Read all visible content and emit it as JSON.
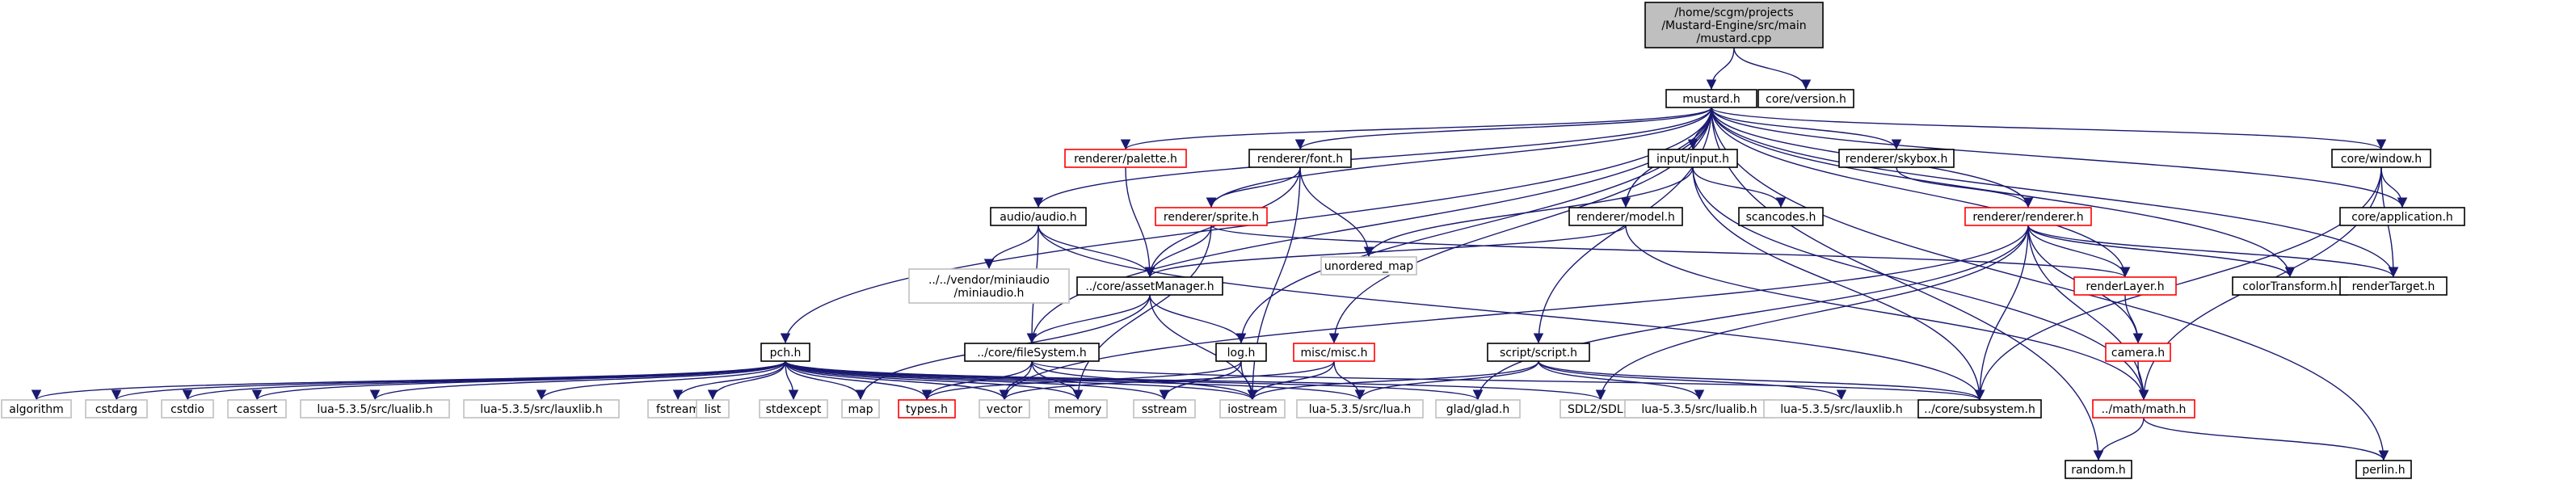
{
  "colors": {
    "edge": "#191970",
    "root_fill": "#bfbfbf",
    "root_border": "#000000",
    "node_border": "#000000",
    "truncated_border": "#ff0000",
    "external_border": "#bfbfbf",
    "external_text": "#404040"
  },
  "nodes": [
    {
      "id": "root",
      "label": "/home/scgm/projects\n/Mustard-Engine/src/main\n/mustard.cpp",
      "kind": "root"
    },
    {
      "id": "mustard",
      "label": "mustard.h",
      "kind": "normal"
    },
    {
      "id": "version",
      "label": "core/version.h",
      "kind": "normal"
    },
    {
      "id": "palette",
      "label": "renderer/palette.h",
      "kind": "truncated"
    },
    {
      "id": "font",
      "label": "renderer/font.h",
      "kind": "normal"
    },
    {
      "id": "input",
      "label": "input/input.h",
      "kind": "normal"
    },
    {
      "id": "skybox",
      "label": "renderer/skybox.h",
      "kind": "normal"
    },
    {
      "id": "window",
      "label": "core/window.h",
      "kind": "normal"
    },
    {
      "id": "audio",
      "label": "audio/audio.h",
      "kind": "normal"
    },
    {
      "id": "sprite",
      "label": "renderer/sprite.h",
      "kind": "truncated"
    },
    {
      "id": "umap",
      "label": "unordered_map",
      "kind": "external"
    },
    {
      "id": "model",
      "label": "renderer/model.h",
      "kind": "normal"
    },
    {
      "id": "scancodes",
      "label": "scancodes.h",
      "kind": "normal"
    },
    {
      "id": "renderer",
      "label": "renderer/renderer.h",
      "kind": "truncated"
    },
    {
      "id": "application",
      "label": "core/application.h",
      "kind": "normal"
    },
    {
      "id": "miniaudio",
      "label": "../../vendor/miniaudio\n/miniaudio.h",
      "kind": "external"
    },
    {
      "id": "assetmgr",
      "label": "../core/assetManager.h",
      "kind": "normal"
    },
    {
      "id": "renderlayer",
      "label": "renderLayer.h",
      "kind": "truncated"
    },
    {
      "id": "colortf",
      "label": "colorTransform.h",
      "kind": "normal"
    },
    {
      "id": "rendertarget",
      "label": "renderTarget.h",
      "kind": "normal"
    },
    {
      "id": "pch",
      "label": "pch.h",
      "kind": "normal"
    },
    {
      "id": "filesystem",
      "label": "../core/fileSystem.h",
      "kind": "normal"
    },
    {
      "id": "log",
      "label": "log.h",
      "kind": "normal"
    },
    {
      "id": "misc",
      "label": "misc/misc.h",
      "kind": "truncated"
    },
    {
      "id": "script",
      "label": "script/script.h",
      "kind": "normal"
    },
    {
      "id": "camera",
      "label": "camera.h",
      "kind": "truncated"
    },
    {
      "id": "algorithm",
      "label": "algorithm",
      "kind": "external"
    },
    {
      "id": "cstdarg",
      "label": "cstdarg",
      "kind": "external"
    },
    {
      "id": "cstdio",
      "label": "cstdio",
      "kind": "external"
    },
    {
      "id": "cassert",
      "label": "cassert",
      "kind": "external"
    },
    {
      "id": "lualib",
      "label": "lua-5.3.5/src/lualib.h",
      "kind": "external"
    },
    {
      "id": "lauxlib",
      "label": "lua-5.3.5/src/lauxlib.h",
      "kind": "external"
    },
    {
      "id": "fstream",
      "label": "fstream",
      "kind": "external"
    },
    {
      "id": "list",
      "label": "list",
      "kind": "external"
    },
    {
      "id": "stdexcept",
      "label": "stdexcept",
      "kind": "external"
    },
    {
      "id": "map",
      "label": "map",
      "kind": "external"
    },
    {
      "id": "types",
      "label": "types.h",
      "kind": "truncated"
    },
    {
      "id": "vector",
      "label": "vector",
      "kind": "external"
    },
    {
      "id": "memory",
      "label": "memory",
      "kind": "external"
    },
    {
      "id": "sstream",
      "label": "sstream",
      "kind": "external"
    },
    {
      "id": "iostream",
      "label": "iostream",
      "kind": "external"
    },
    {
      "id": "lua",
      "label": "lua-5.3.5/src/lua.h",
      "kind": "external"
    },
    {
      "id": "glad",
      "label": "glad/glad.h",
      "kind": "external"
    },
    {
      "id": "sdl",
      "label": "SDL2/SDL.h",
      "kind": "external"
    },
    {
      "id": "lualib2",
      "label": "lua-5.3.5/src/lualib.h",
      "kind": "external"
    },
    {
      "id": "lauxlib2",
      "label": "lua-5.3.5/src/lauxlib.h",
      "kind": "external"
    },
    {
      "id": "subsystem",
      "label": "../core/subsystem.h",
      "kind": "normal"
    },
    {
      "id": "math",
      "label": "../math/math.h",
      "kind": "truncated"
    },
    {
      "id": "random",
      "label": "random.h",
      "kind": "normal"
    },
    {
      "id": "perlin",
      "label": "perlin.h",
      "kind": "normal"
    }
  ],
  "edges": [
    [
      "root",
      "mustard"
    ],
    [
      "root",
      "version"
    ],
    [
      "mustard",
      "palette"
    ],
    [
      "mustard",
      "font"
    ],
    [
      "mustard",
      "input"
    ],
    [
      "mustard",
      "skybox"
    ],
    [
      "mustard",
      "window"
    ],
    [
      "mustard",
      "audio"
    ],
    [
      "mustard",
      "sprite"
    ],
    [
      "mustard",
      "model"
    ],
    [
      "mustard",
      "renderer"
    ],
    [
      "mustard",
      "application"
    ],
    [
      "mustard",
      "renderlayer"
    ],
    [
      "mustard",
      "colortf"
    ],
    [
      "mustard",
      "rendertarget"
    ],
    [
      "mustard",
      "pch"
    ],
    [
      "mustard",
      "filesystem"
    ],
    [
      "mustard",
      "log"
    ],
    [
      "mustard",
      "misc"
    ],
    [
      "mustard",
      "script"
    ],
    [
      "mustard",
      "random"
    ],
    [
      "mustard",
      "perlin"
    ],
    [
      "palette",
      "assetmgr"
    ],
    [
      "font",
      "sprite"
    ],
    [
      "font",
      "assetmgr"
    ],
    [
      "font",
      "umap"
    ],
    [
      "font",
      "iostream"
    ],
    [
      "input",
      "umap"
    ],
    [
      "input",
      "scancodes"
    ],
    [
      "input",
      "subsystem"
    ],
    [
      "input",
      "math"
    ],
    [
      "skybox",
      "renderer"
    ],
    [
      "window",
      "application"
    ],
    [
      "window",
      "rendertarget"
    ],
    [
      "window",
      "subsystem"
    ],
    [
      "window",
      "math"
    ],
    [
      "audio",
      "miniaudio"
    ],
    [
      "audio",
      "assetmgr"
    ],
    [
      "audio",
      "filesystem"
    ],
    [
      "audio",
      "subsystem"
    ],
    [
      "sprite",
      "assetmgr"
    ],
    [
      "sprite",
      "renderlayer"
    ],
    [
      "sprite",
      "memory"
    ],
    [
      "model",
      "assetmgr"
    ],
    [
      "model",
      "math"
    ],
    [
      "renderer",
      "renderlayer"
    ],
    [
      "renderer",
      "colortf"
    ],
    [
      "renderer",
      "rendertarget"
    ],
    [
      "renderer",
      "camera"
    ],
    [
      "renderer",
      "subsystem"
    ],
    [
      "renderer",
      "glad"
    ],
    [
      "renderer",
      "sdl"
    ],
    [
      "renderer",
      "math"
    ],
    [
      "renderer",
      "vector"
    ],
    [
      "assetmgr",
      "filesystem"
    ],
    [
      "assetmgr",
      "log"
    ],
    [
      "assetmgr",
      "iostream"
    ],
    [
      "assetmgr",
      "map"
    ],
    [
      "renderlayer",
      "camera"
    ],
    [
      "camera",
      "math"
    ],
    [
      "pch",
      "algorithm"
    ],
    [
      "pch",
      "cstdarg"
    ],
    [
      "pch",
      "cstdio"
    ],
    [
      "pch",
      "cassert"
    ],
    [
      "pch",
      "lualib"
    ],
    [
      "pch",
      "lauxlib"
    ],
    [
      "pch",
      "fstream"
    ],
    [
      "pch",
      "list"
    ],
    [
      "pch",
      "stdexcept"
    ],
    [
      "pch",
      "map"
    ],
    [
      "pch",
      "types"
    ],
    [
      "pch",
      "vector"
    ],
    [
      "pch",
      "memory"
    ],
    [
      "pch",
      "sstream"
    ],
    [
      "pch",
      "iostream"
    ],
    [
      "pch",
      "lua"
    ],
    [
      "pch",
      "glad"
    ],
    [
      "pch",
      "sdl"
    ],
    [
      "filesystem",
      "types"
    ],
    [
      "filesystem",
      "vector"
    ],
    [
      "filesystem",
      "memory"
    ],
    [
      "filesystem",
      "iostream"
    ],
    [
      "filesystem",
      "subsystem"
    ],
    [
      "log",
      "sstream"
    ],
    [
      "log",
      "iostream"
    ],
    [
      "log",
      "types"
    ],
    [
      "misc",
      "iostream"
    ],
    [
      "misc",
      "vector"
    ],
    [
      "misc",
      "lua"
    ],
    [
      "script",
      "iostream"
    ],
    [
      "script",
      "lua"
    ],
    [
      "script",
      "lualib2"
    ],
    [
      "script",
      "lauxlib2"
    ],
    [
      "script",
      "subsystem"
    ],
    [
      "math",
      "random"
    ],
    [
      "math",
      "perlin"
    ]
  ]
}
